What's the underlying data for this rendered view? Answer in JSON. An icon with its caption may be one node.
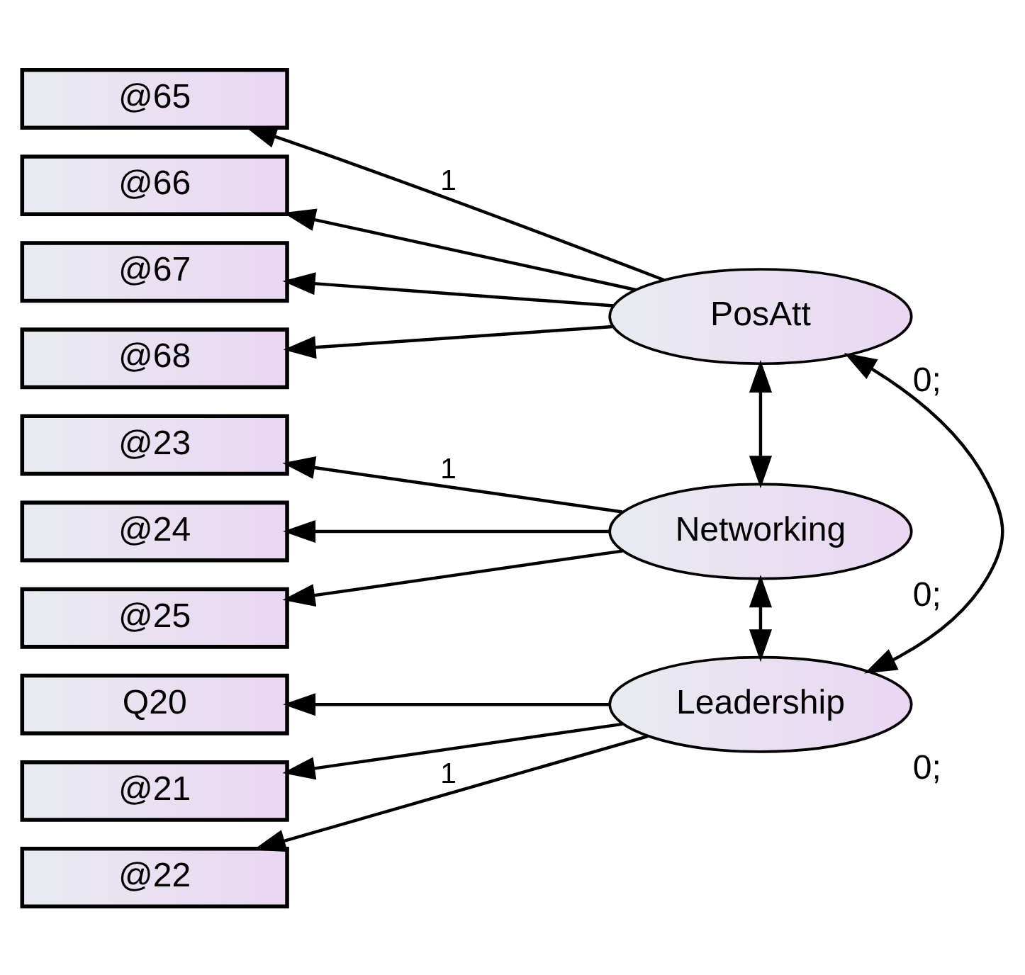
{
  "diagram": {
    "nodes": [
      {
        "text": [
          "PosAtt"
        ],
        "beside": [
          "0;"
        ]
      },
      {
        "text": [
          "@65"
        ]
      },
      {
        "text": [
          "@66"
        ]
      },
      {
        "text": [
          "@67"
        ]
      },
      {
        "text": [
          "@68"
        ]
      },
      {
        "text": [
          "Networking"
        ],
        "beside": [
          "0;"
        ]
      },
      {
        "text": [
          "@23"
        ]
      },
      {
        "text": [
          "@24"
        ]
      },
      {
        "text": [
          "@25"
        ]
      },
      {
        "text": [
          "Leadership"
        ],
        "beside": [
          "0;"
        ]
      },
      {
        "text": [
          "Q20"
        ]
      },
      {
        "text": [
          "@21"
        ]
      },
      {
        "text": [
          "@22"
        ]
      }
    ],
    "edges": [
      {
        "from": 0,
        "to": 1,
        "arrow": "to",
        "label": "1"
      },
      {
        "from": 0,
        "to": 2,
        "arrow": "to"
      },
      {
        "from": 0,
        "to": 3,
        "arrow": "to"
      },
      {
        "from": 0,
        "to": 4,
        "arrow": "to"
      },
      {
        "from": 5,
        "to": 6,
        "arrow": "to",
        "label": "1"
      },
      {
        "from": 5,
        "to": 7,
        "arrow": "to"
      },
      {
        "from": 5,
        "to": 8,
        "arrow": "to"
      },
      {
        "from": 9,
        "to": 10,
        "arrow": "to"
      },
      {
        "from": 9,
        "to": 11,
        "arrow": "to"
      },
      {
        "from": 9,
        "to": 12,
        "arrow": "to",
        "label": "1"
      },
      {
        "from": 0,
        "to": 5,
        "arrow": "both"
      },
      {
        "from": 5,
        "to": 9,
        "arrow": "both"
      },
      {
        "from": 0,
        "to": 9,
        "arrow": "both"
      }
    ]
  }
}
